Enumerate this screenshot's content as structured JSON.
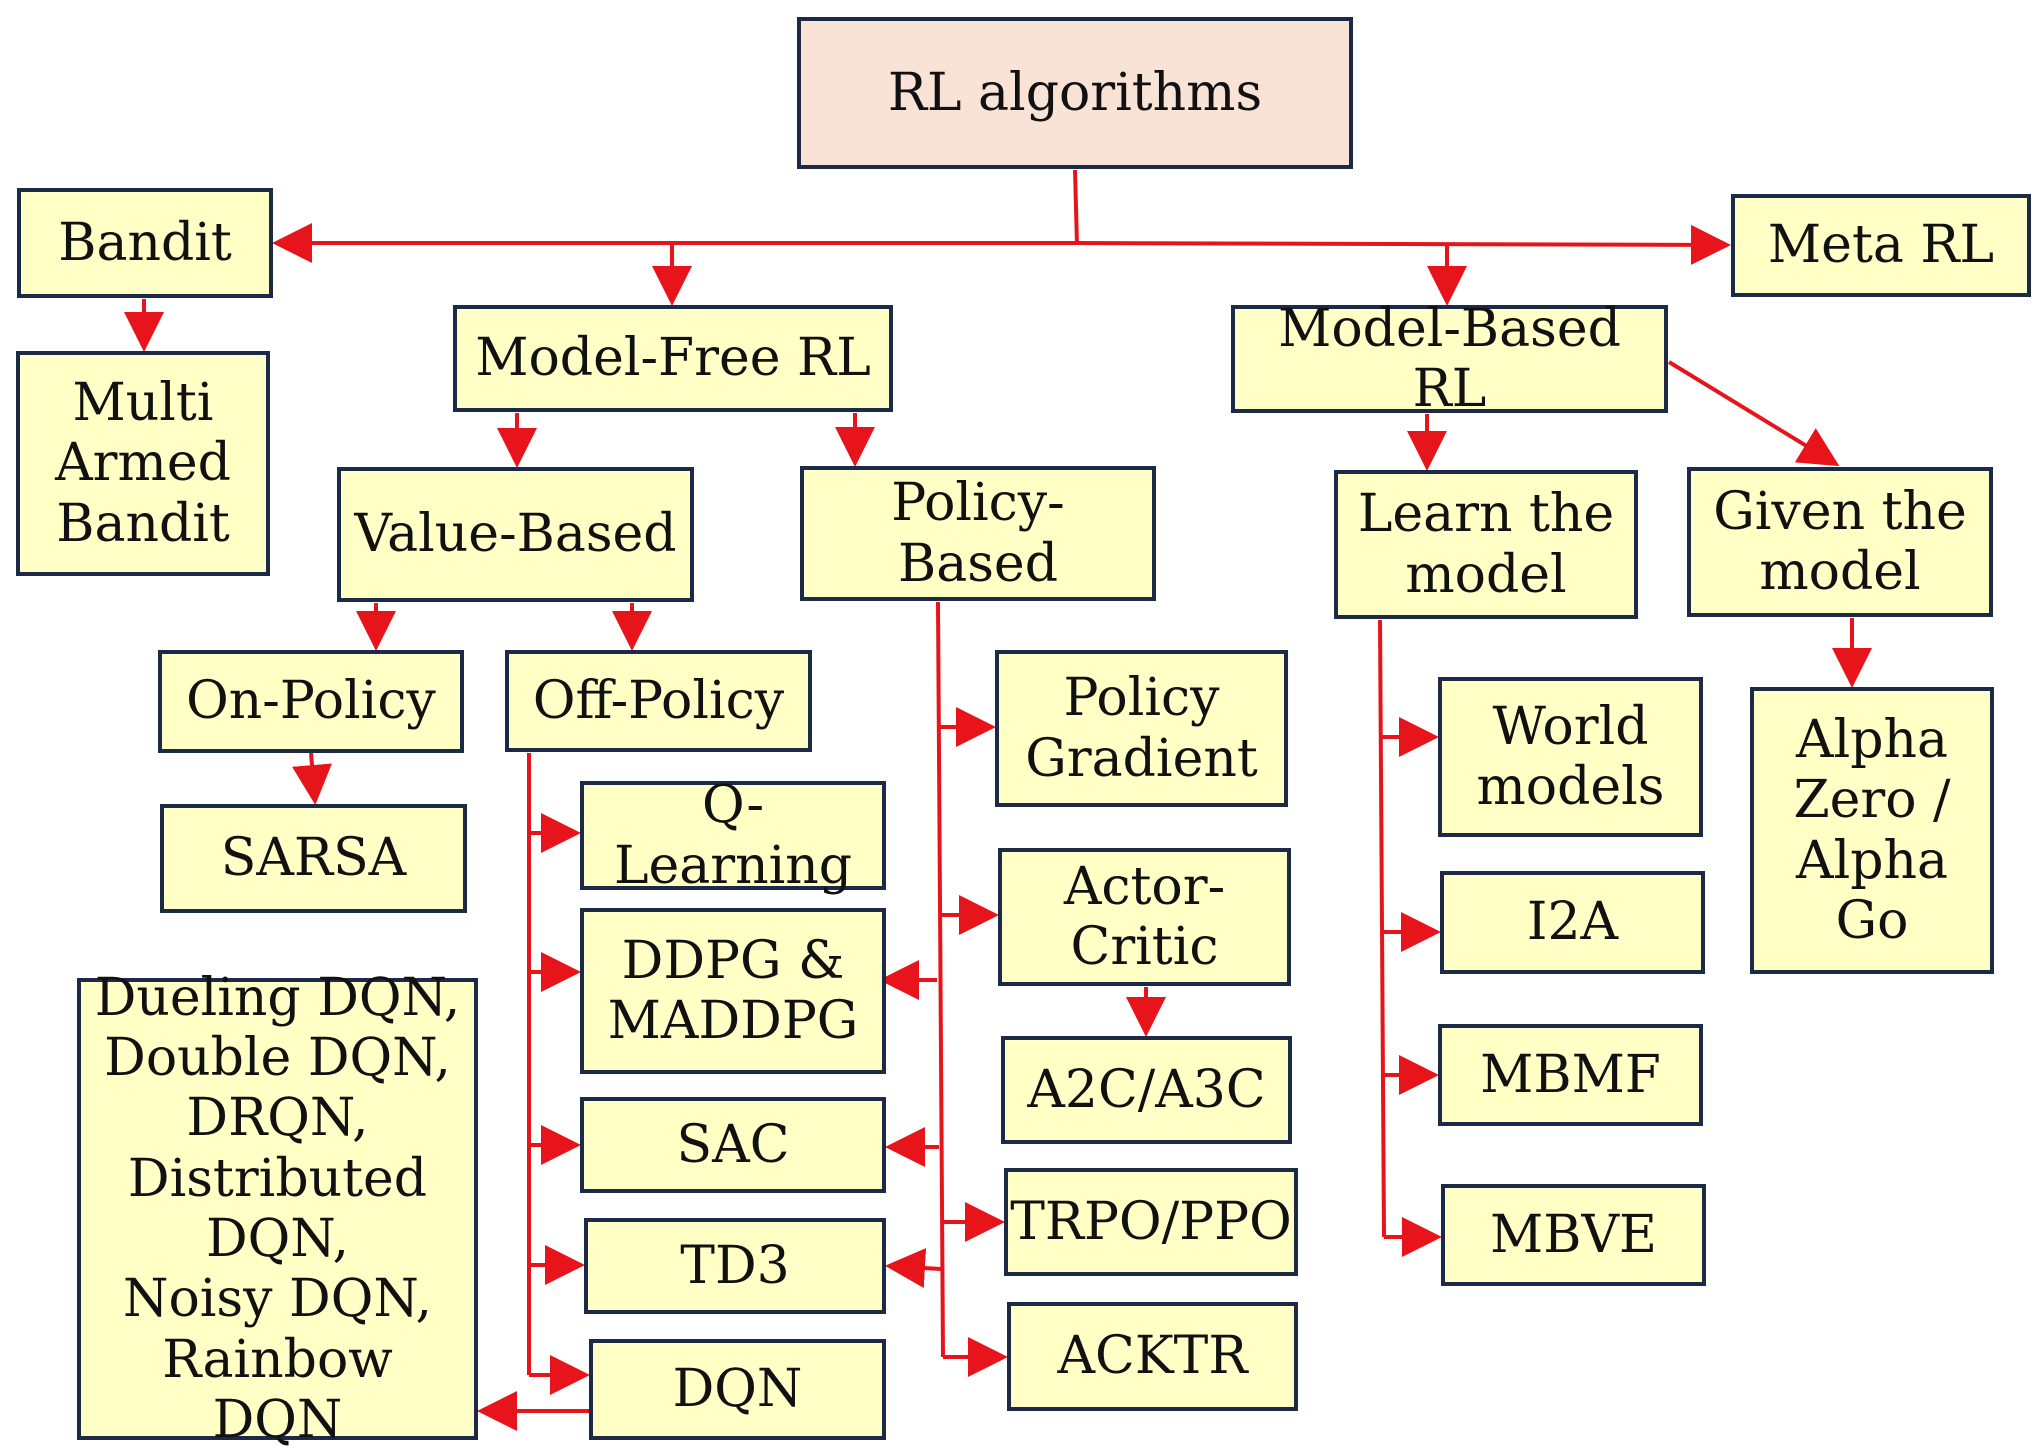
{
  "colors": {
    "box_fill": "#ffffc6",
    "root_fill": "#f9e3d7",
    "box_border": "#1c2a47",
    "arrow": "#e8141c"
  },
  "nodes": {
    "root": "RL algorithms",
    "bandit": "Bandit",
    "meta_rl": "Meta RL",
    "multi_armed_bandit": "Multi\nArmed\nBandit",
    "model_free_rl": "Model-Free RL",
    "model_based_rl": "Model-Based RL",
    "value_based": "Value-Based",
    "policy_based": "Policy-Based",
    "learn_the_model": "Learn the\nmodel",
    "given_the_model": "Given the\nmodel",
    "on_policy": "On-Policy",
    "off_policy": "Off-Policy",
    "sarsa": "SARSA",
    "q_learning": "Q-Learning",
    "ddpg_maddpg": "DDPG &\nMADDPG",
    "sac": "SAC",
    "td3": "TD3",
    "dqn": "DQN",
    "dqn_variants": "Dueling DQN,\nDouble DQN,\nDRQN,\nDistributed\nDQN,\nNoisy DQN,\nRainbow DQN",
    "policy_gradient": "Policy\nGradient",
    "actor_critic": "Actor-\nCritic",
    "a2c_a3c": "A2C/A3C",
    "trpo_ppo": "TRPO/PPO",
    "acktr": "ACKTR",
    "world_models": "World\nmodels",
    "i2a": "I2A",
    "mbmf": "MBMF",
    "mbve": "MBVE",
    "alphazero_alphago": "Alpha\nZero /\nAlpha\nGo"
  }
}
